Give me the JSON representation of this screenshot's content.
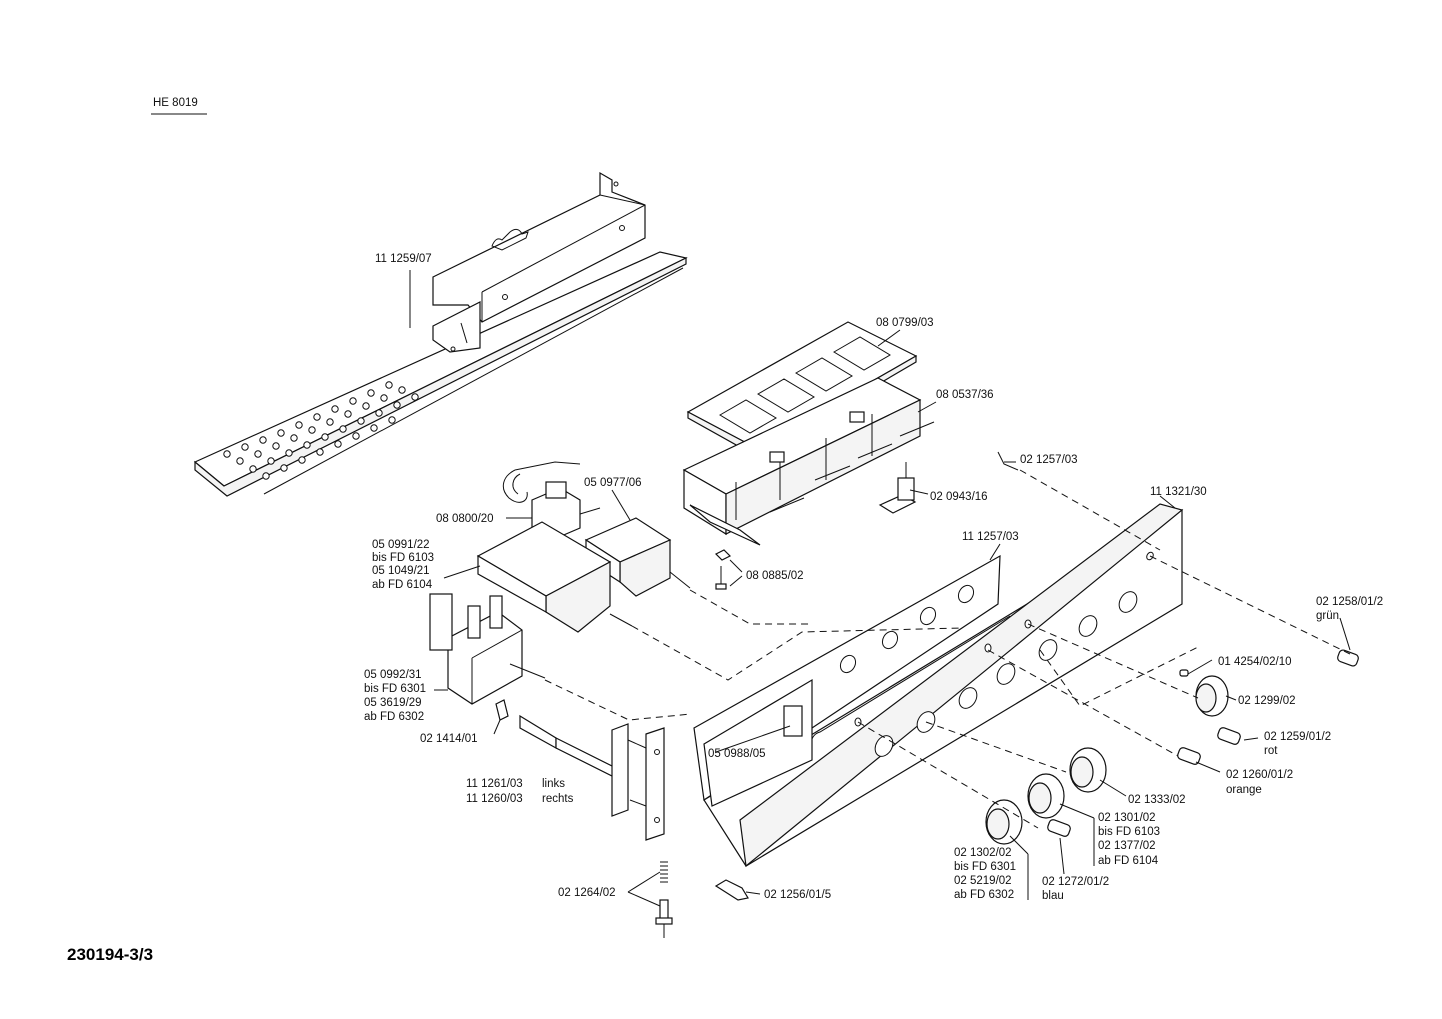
{
  "model_code": "HE 8019",
  "drawing_number": "230194-3/3",
  "labels": {
    "p111259_07": "11 1259/07",
    "p080799_03": "08 0799/03",
    "p080537_36": "08 0537/36",
    "p021257_03": "02 1257/03",
    "p050977_06": "05 0977/06",
    "p080800_20": "08 0800/20",
    "p020943_16": "02 0943/16",
    "p111321_30": "11 1321/30",
    "p050991_22": "05 0991/22",
    "bis_fd6103_a": "bis FD 6103",
    "p051049_21": "05 1049/21",
    "ab_fd6104_a": "ab FD 6104",
    "p111257_03": "11 1257/03",
    "p080885_02": "08 0885/02",
    "p021258": "02 1258/01/2",
    "gruen": "grün",
    "p014254": "01 4254/02/10",
    "p050992_31": "05 0992/31",
    "bis_fd6301_a": "bis FD 6301",
    "p053619_29": "05 3619/29",
    "ab_fd6302_a": "ab FD 6302",
    "p021299_02": "02 1299/02",
    "p021414_01": "02 1414/01",
    "p021259": "02 1259/01/2",
    "rot": "rot",
    "p050988_05": "05 0988/05",
    "p021260": "02 1260/01/2",
    "orange": "orange",
    "p111261_03": "11 1261/03",
    "links": "links",
    "p111260_03": "11 1260/03",
    "rechts": "rechts",
    "p021333_02": "02 1333/02",
    "p021301_02": "02 1301/02",
    "bis_fd6103_b": "bis FD 6103",
    "p021377_02": "02 1377/02",
    "ab_fd6104_b": "ab FD 6104",
    "p021302_02": "02 1302/02",
    "bis_fd6301_b": "bis FD 6301",
    "p025219_02": "02 5219/02",
    "ab_fd6302_b": "ab FD 6302",
    "p021272": "02 1272/01/2",
    "blau": "blau",
    "p021264_02": "02 1264/02",
    "p021256": "02 1256/01/5"
  }
}
